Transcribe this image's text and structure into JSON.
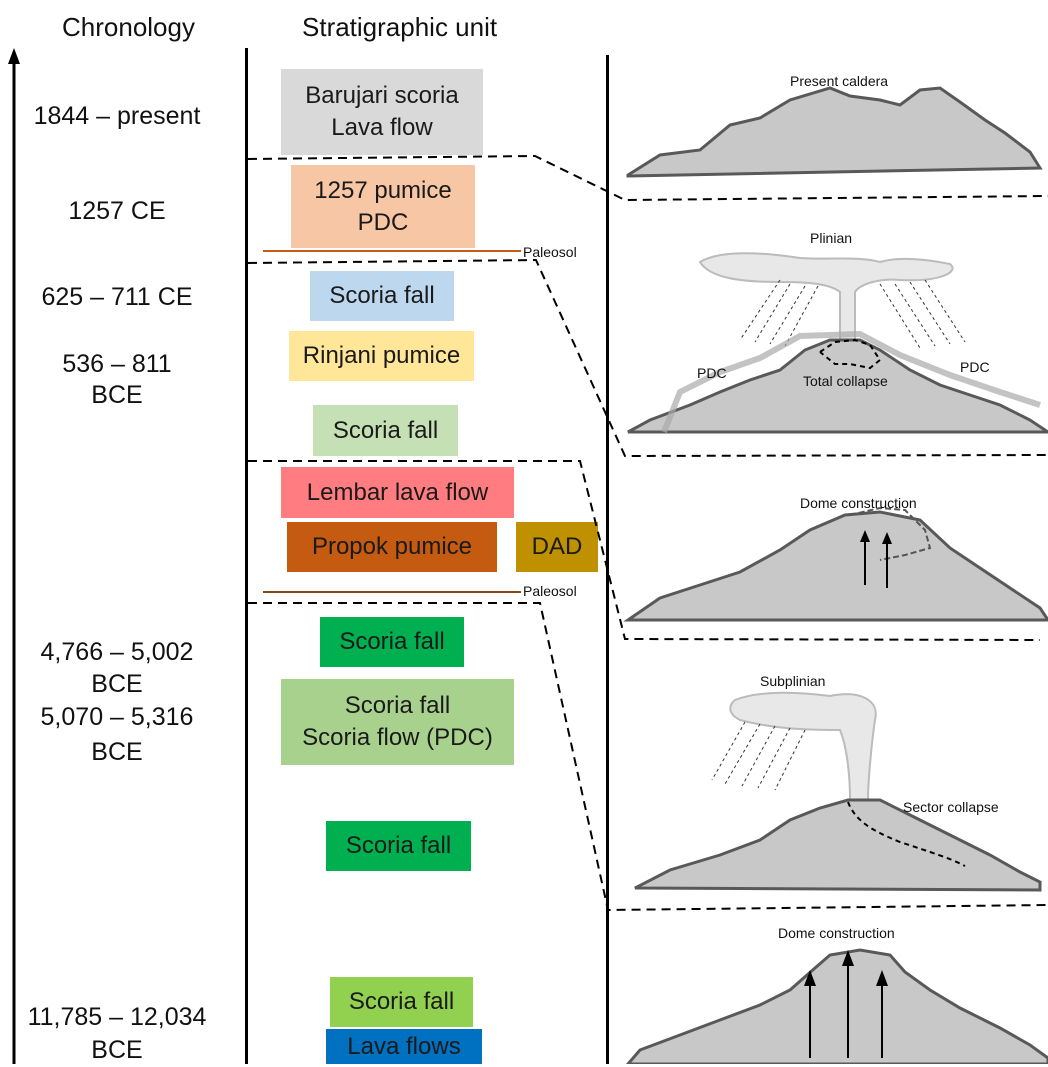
{
  "headers": {
    "chronology": "Chronology",
    "stratigraphic_unit": "Stratigraphic unit"
  },
  "chronology": [
    "1844 – present",
    "1257 CE",
    "625 – 711 CE",
    "536 – 811",
    "BCE",
    "4,766 – 5,002",
    "BCE",
    "5,070 – 5,316",
    "BCE",
    "11,785 – 12,034",
    "BCE"
  ],
  "units": [
    {
      "lines": [
        "Barujari scoria",
        "Lava flow"
      ],
      "color": "#d9d9d9"
    },
    {
      "lines": [
        "1257 pumice",
        "PDC"
      ],
      "color": "#f7c6a5"
    },
    {
      "lines": [
        "Scoria fall"
      ],
      "color": "#bdd7ee"
    },
    {
      "lines": [
        "Rinjani pumice"
      ],
      "color": "#ffe699"
    },
    {
      "lines": [
        "Scoria fall"
      ],
      "color": "#c5e0b4"
    },
    {
      "lines": [
        "Lembar lava flow"
      ],
      "color": "#ff7c80"
    },
    {
      "lines": [
        "Propok pumice"
      ],
      "color": "#c55a11"
    },
    {
      "lines": [
        "DAD"
      ],
      "color": "#bf9000"
    },
    {
      "lines": [
        "Scoria fall"
      ],
      "color": "#00b050"
    },
    {
      "lines": [
        "Scoria fall",
        "Scoria flow (PDC)"
      ],
      "color": "#a9d18e"
    },
    {
      "lines": [
        "Scoria fall"
      ],
      "color": "#00b050"
    },
    {
      "lines": [
        "Scoria fall"
      ],
      "color": "#92d050"
    },
    {
      "lines": [
        "Lava flows"
      ],
      "color": "#0070c0"
    }
  ],
  "paleosol_labels": [
    "Paleosol",
    "Paleosol"
  ],
  "volcano_labels": {
    "present_caldera": "Present caldera",
    "plinian": "Plinian",
    "pdc_left": "PDC",
    "pdc_right": "PDC",
    "total_collapse": "Total collapse",
    "dome_construction_1": "Dome construction",
    "subplinian": "Subplinian",
    "sector_collapse": "Sector collapse",
    "dome_construction_2": "Dome construction"
  },
  "colors": {
    "volcano_fill": "#c8c8c8",
    "volcano_stroke": "#595959",
    "plume_fill": "#e8e8e8",
    "paleosol_line": "#c55a11"
  }
}
